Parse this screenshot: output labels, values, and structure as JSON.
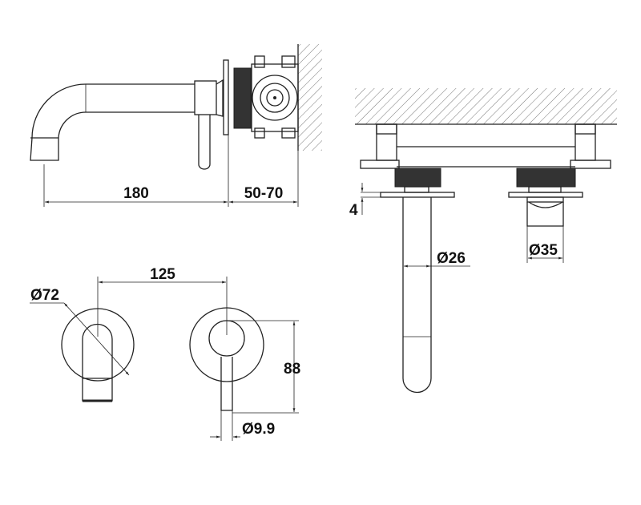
{
  "title": "Wall-mounted basin mixer dimension drawing",
  "dimensions": {
    "spout_projection": "180",
    "wall_depth": "50-70",
    "plate_thickness": "4",
    "spout_diameter": "Ø26",
    "handle_diameter": "Ø35",
    "plate_diameter": "Ø72",
    "centre_distance": "125",
    "handle_height": "88",
    "lever_diameter": "Ø9.9"
  },
  "colors": {
    "line": "#222222",
    "background": "#ffffff"
  }
}
